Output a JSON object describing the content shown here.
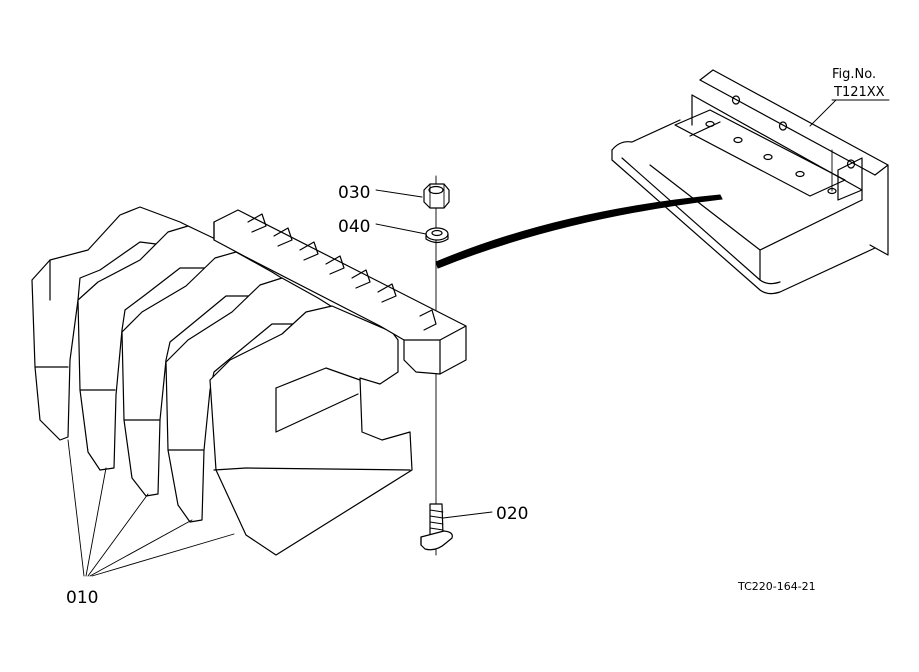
{
  "figure": {
    "fig_no_label": "Fig.No.",
    "fig_no_value": "T121XX",
    "drawing_code": "TC220-164-21"
  },
  "callouts": [
    {
      "id": "010"
    },
    {
      "id": "020"
    },
    {
      "id": "030"
    },
    {
      "id": "040"
    }
  ],
  "colors": {
    "line": "#000000",
    "background": "#ffffff"
  }
}
